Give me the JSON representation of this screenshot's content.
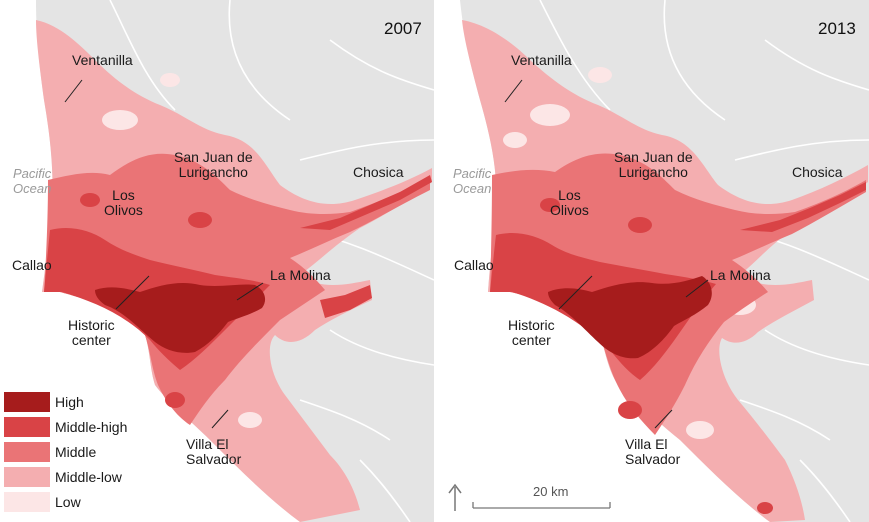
{
  "panels": [
    {
      "year": "2007",
      "labels": {
        "ventanilla": "Ventanilla",
        "pacific_1": "Pacific",
        "pacific_2": "Ocean",
        "sjl_1": "San Juan de",
        "sjl_2": "Lurigancho",
        "chosica": "Chosica",
        "olivos_1": "Los",
        "olivos_2": "Olivos",
        "callao": "Callao",
        "molina": "La Molina",
        "historic_1": "Historic",
        "historic_2": "center",
        "ves_1": "Villa El",
        "ves_2": "Salvador"
      }
    },
    {
      "year": "2013",
      "labels": {
        "ventanilla": "Ventanilla",
        "pacific_1": "Pacific",
        "pacific_2": "Ocean",
        "sjl_1": "San Juan de",
        "sjl_2": "Lurigancho",
        "chosica": "Chosica",
        "olivos_1": "Los",
        "olivos_2": "Olivos",
        "callao": "Callao",
        "molina": "La Molina",
        "historic_1": "Historic",
        "historic_2": "center",
        "ves_1": "Villa El",
        "ves_2": "Salvador"
      }
    }
  ],
  "legend": [
    {
      "label": "High",
      "color": "#a61c1c"
    },
    {
      "label": "Middle-high",
      "color": "#d94346"
    },
    {
      "label": "Middle",
      "color": "#ea7476"
    },
    {
      "label": "Middle-low",
      "color": "#f4aeb0"
    },
    {
      "label": "Low",
      "color": "#fce6e6"
    }
  ],
  "scale_label": "20 km",
  "colors": {
    "land": "#e4e4e4",
    "border": "#ffffff",
    "high": "#a61c1c",
    "middle_high": "#d94346",
    "middle": "#ea7476",
    "middle_low": "#f4aeb0",
    "low": "#fce6e6"
  }
}
